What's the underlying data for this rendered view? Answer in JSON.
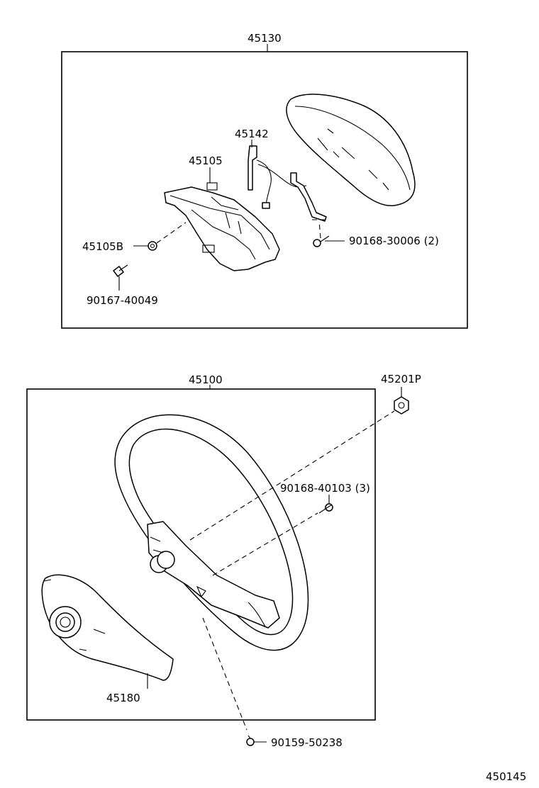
{
  "diagram": {
    "drawing_number": "450145",
    "upper_group": {
      "assembly": "45130",
      "parts": {
        "pad_bracket": "45142",
        "pad_base": "45105",
        "base_clip": "45105B",
        "base_screw": "90167-40049",
        "pad_screw": "90168-30006 (2)"
      }
    },
    "lower_group": {
      "assembly": "45100",
      "parts": {
        "nut": "45201P",
        "wheel_screw": "90168-40103 (3)",
        "hub_cover": "45180",
        "lower_screw": "90159-50238"
      }
    }
  }
}
